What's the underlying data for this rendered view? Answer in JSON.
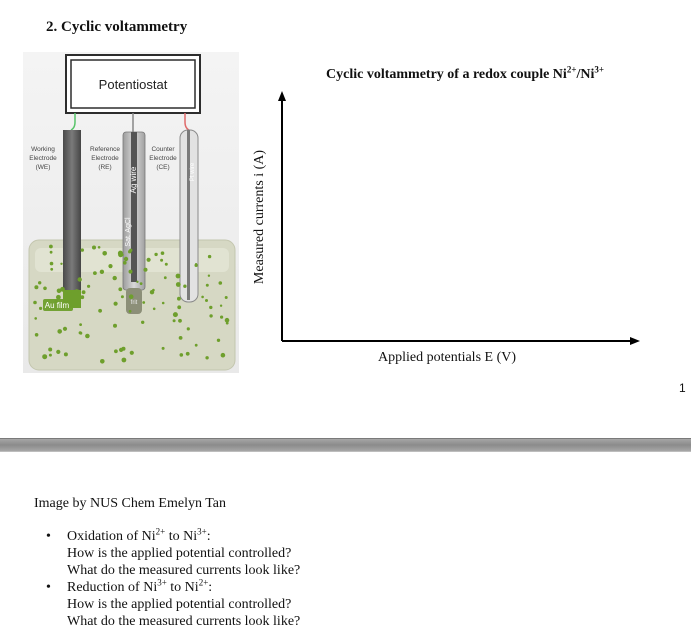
{
  "page1": {
    "section_heading": "2.   Cyclic voltammetry",
    "figure": {
      "potentiostat_label": "Potentiostat",
      "we_label": [
        "Working",
        "Electrode",
        "(WE)"
      ],
      "re_label": [
        "Reference",
        "Electrode",
        "(RE)"
      ],
      "ce_label": [
        "Counter",
        "Electrode",
        "(CE)"
      ],
      "re_rod_text": "Ag wire",
      "re_body_text": "Sat. AgCl",
      "ce_rod_text": "Pt wire",
      "re_tip_text": "frit",
      "au_film_label": "Au film"
    },
    "chart": {
      "title_pre": "Cyclic voltammetry of a redox couple Ni",
      "title_sup1": "2+",
      "title_mid": "/Ni",
      "title_sup2": "3+",
      "ylabel": "Measured currents i (A)",
      "xlabel": "Applied potentials E (V)"
    },
    "page_number": "1"
  },
  "notes": {
    "credit": "Image by NUS Chem Emelyn Tan",
    "bullet": "•",
    "item1": {
      "lead": "Oxidation of Ni",
      "sup1": "2+",
      "mid": " to Ni",
      "sup2": "3+",
      "tail": ":"
    },
    "item2": {
      "lead": "Reduction of Ni",
      "sup1": "3+",
      "mid": " to Ni",
      "sup2": "2+",
      "tail": ":"
    },
    "q1": "How is the applied potential controlled?",
    "q2": "What do the measured currents look like?"
  },
  "colors": {
    "solution": "#d6d8c4",
    "particle": "#6e9f2c",
    "frame": "#2d2d2d",
    "axis": "#000000"
  }
}
